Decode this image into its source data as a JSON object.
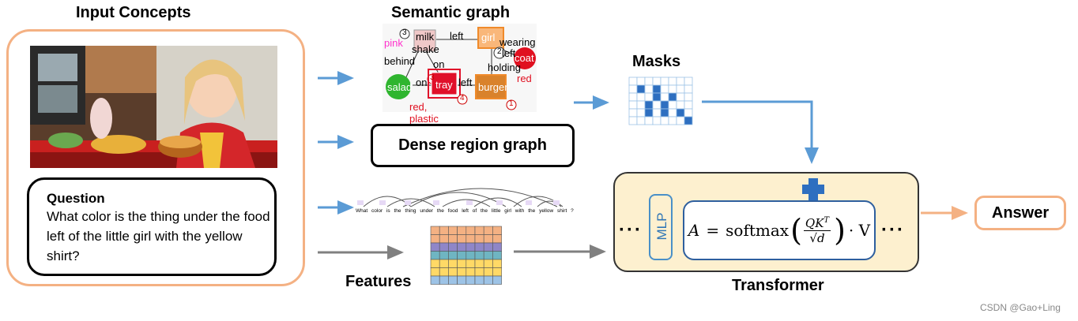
{
  "titles": {
    "input_concepts": "Input Concepts",
    "semantic_graph": "Semantic graph",
    "masks": "Masks",
    "features": "Features",
    "transformer": "Transformer"
  },
  "question": {
    "label": "Question",
    "text": "What color is the thing under the food left of the little girl with the yellow shirt?"
  },
  "dense_region_graph": "Dense region graph",
  "semantic_graph": {
    "nodes": [
      "pink",
      "milk",
      "shake",
      "girl",
      "wearing",
      "coat",
      "red",
      "salad",
      "tray",
      "burger",
      "holding",
      "red, plastic"
    ],
    "edges": [
      "left",
      "behind",
      "on",
      "on",
      "left",
      "left"
    ],
    "step_markers": [
      "3",
      "2",
      "3",
      "4",
      "1"
    ]
  },
  "dependency_tokens": [
    "What",
    "color",
    "is",
    "the",
    "thing",
    "under",
    "the",
    "food",
    "left",
    "of",
    "the",
    "little",
    "girl",
    "with",
    "the",
    "yellow",
    "shirt",
    "?"
  ],
  "transformer": {
    "mlp_label": "MLP",
    "ellipsis_left": "···",
    "ellipsis_right": "···"
  },
  "formula": {
    "lhs": "A",
    "eq": "=",
    "fn": "softmax",
    "num": "QK",
    "sup": "T",
    "den": "d",
    "tail": "· V"
  },
  "answer": "Answer",
  "watermark": "CSDN @Gao+Ling",
  "colors": {
    "input_border": "#f4b183",
    "arrow_blue": "#5b9bd5",
    "arrow_gray": "#808080",
    "arrow_orange": "#f4b183",
    "mask_blue": "#2e6fc0",
    "transformer_fill": "#fdf0cf"
  }
}
